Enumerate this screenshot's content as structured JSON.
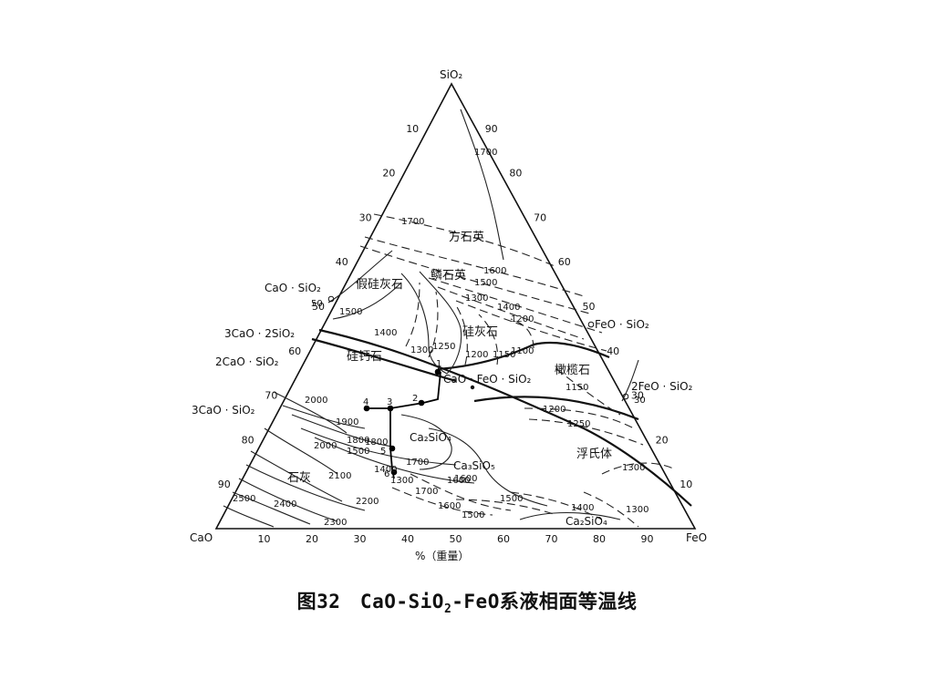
{
  "diagram": {
    "vertices": {
      "top": "SiO₂",
      "left": "CaO",
      "right": "FeO"
    },
    "bottom_ticks": [
      "10",
      "20",
      "30",
      "40",
      "50",
      "60",
      "70",
      "80",
      "90"
    ],
    "left_ticks": [
      "10",
      "20",
      "30",
      "40",
      "50",
      "60",
      "70",
      "80",
      "90"
    ],
    "right_ticks": [
      "90",
      "80",
      "70",
      "60",
      "50",
      "40",
      "30",
      "20",
      "10"
    ],
    "axis_unit": "%（重量）",
    "compounds": [
      {
        "id": "cao-sio2",
        "label": "CaO · SiO₂",
        "value": "50"
      },
      {
        "id": "3cao-2sio2",
        "label": "3CaO · 2SiO₂"
      },
      {
        "id": "2cao-sio2",
        "label": "2CaO · SiO₂"
      },
      {
        "id": "3cao-sio2",
        "label": "3CaO · SiO₂"
      },
      {
        "id": "feo-sio2",
        "label": "FeO · SiO₂"
      },
      {
        "id": "2feo-sio2",
        "label": "2FeO · SiO₂",
        "value": "30"
      },
      {
        "id": "cao-feo-sio2",
        "label": "CaO · FeO · SiO₂"
      },
      {
        "id": "ca2sio4",
        "label": "Ca₂SiO₄"
      },
      {
        "id": "ca3sio5",
        "label": "Ca₃SiO₅"
      },
      {
        "id": "ca2sio4-b",
        "label": "Ca₂SiO₄"
      }
    ],
    "phase_fields": [
      {
        "id": "cristobalite",
        "label": "方石英"
      },
      {
        "id": "tridymite",
        "label": "鳞石英"
      },
      {
        "id": "pseudowollastonite",
        "label": "假硅灰石"
      },
      {
        "id": "wollastonite",
        "label": "硅灰石"
      },
      {
        "id": "olivine",
        "label": "橄榄石"
      },
      {
        "id": "rankinite",
        "label": "硅钙石"
      },
      {
        "id": "wustite",
        "label": "浮氏体"
      },
      {
        "id": "lime",
        "label": "石灰"
      }
    ],
    "isotherm_labels": [
      "1700",
      "1700",
      "1600",
      "1500",
      "1400",
      "1300",
      "1200",
      "1500",
      "1400",
      "1300",
      "1250",
      "1200",
      "1150",
      "1100",
      "1150",
      "1200",
      "1250",
      "1300",
      "2000",
      "1900",
      "1800",
      "1700",
      "1600",
      "1500",
      "1400",
      "1300",
      "2000",
      "1800",
      "1500",
      "1600",
      "1700",
      "2100",
      "2200",
      "2300",
      "2400",
      "2500",
      "1600",
      "1500",
      "1400",
      "1300"
    ],
    "path_points": [
      "1",
      "2",
      "3",
      "4",
      "5",
      "6"
    ]
  },
  "caption": {
    "prefix": "图32　CaO-SiO",
    "subscript": "2",
    "suffix": "-FeO系液相面等温线"
  }
}
